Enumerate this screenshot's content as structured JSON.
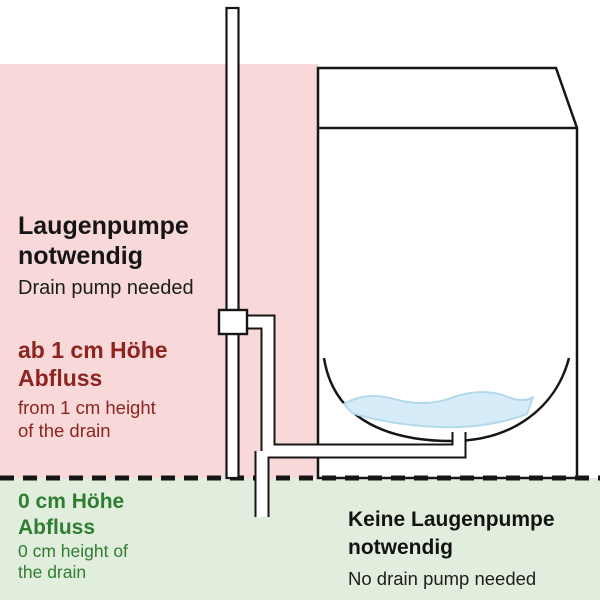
{
  "colors": {
    "pink_zone": "#f8d8d8",
    "green_zone": "#e2eedd",
    "maroon_text": "#8c2420",
    "green_text": "#2f7d31",
    "water_fill": "#d6ecf8",
    "water_stroke": "#b5d9ec",
    "line_color": "#161616"
  },
  "pump_needed_zone": {
    "title_de": "Laugenpumpe\nnotwendig",
    "title_en": "Drain pump needed",
    "drain_height_de": "ab 1 cm Höhe\nAbfluss",
    "drain_height_en": "from 1 cm height\nof the drain"
  },
  "no_pump_zone": {
    "drain_height_de": "0 cm Höhe\nAbfluss",
    "drain_height_en": "0 cm height of\nthe drain",
    "title_de": "Keine Laugenpumpe\nnotwendig",
    "title_en": "No drain pump needed"
  }
}
